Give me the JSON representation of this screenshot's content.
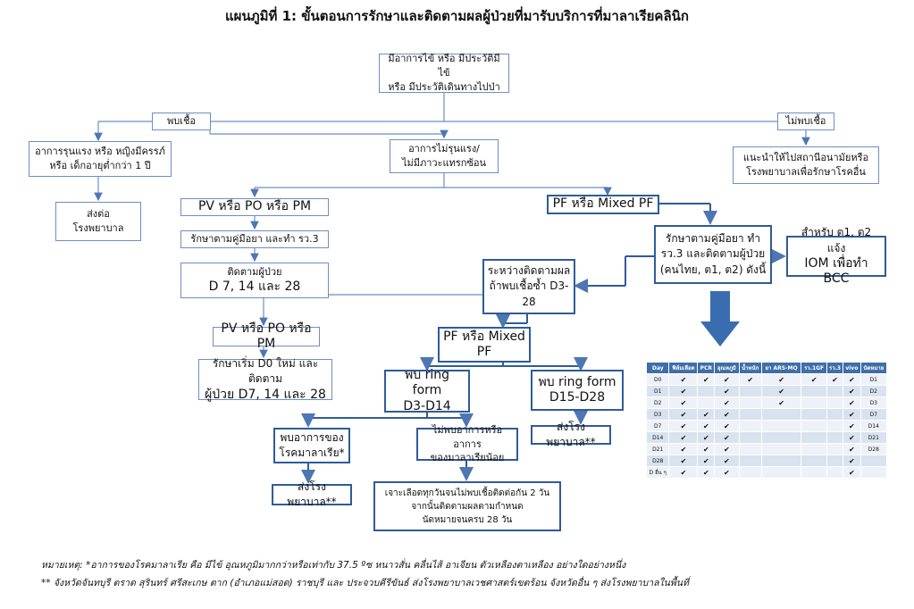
{
  "title": "แผนภูมิที่ 1: ขั้นตอนการรักษาและติดตามผลผู้ป่วยที่มารับบริการที่มาลาเรียคลินิก",
  "nodes": {
    "start": [
      "มีอาการไข้ หรือ มีประวัติมีไข้",
      "หรือ มีประวัติเดินทางไปป่า"
    ],
    "found": "พบเชื้อ",
    "notfound": "ไม่พบเชื้อ",
    "notfound_advice": [
      "แนะนำให้ไปสถานีอนามัยหรือ",
      "โรงพยาบาลเพื่อรักษาโรคอื่น"
    ],
    "severe": [
      "อาการรุนแรง หรือ หญิงมีครรภ์",
      "หรือ เด็กอายุต่ำกว่า 1 ปี"
    ],
    "refer_hospital": [
      "ส่งต่อ",
      "โรงพยาบาล"
    ],
    "not_severe": [
      "อาการไม่รุนแรง/",
      "ไม่มีภาวะแทรกซ้อน"
    ],
    "pv_po_pm": "PV หรือ PO หรือ PM",
    "pv_treat": "รักษาตามคู่มือยา และทำ รว.3",
    "pv_follow": [
      "ติดตามผู้ป่วย",
      "D 7, 14 และ 28"
    ],
    "pf_mixed": "PF หรือ Mixed PF",
    "pf_treat": [
      "รักษาตามคู่มือยา ทำ",
      "รว.3 และติดตามผู้ป่วย",
      "(คนไทย, ต1, ต2) ดังนี้"
    ],
    "iom": [
      "สำหรับ ต1, ต2 แจ้ง",
      "IOM เพื่อทำ BCC"
    ],
    "during_follow": [
      "ระหว่างติดตามผล",
      "ถ้าพบเชื้อซ้ำ D3-",
      "28"
    ],
    "pv_po_pm_2": "PV หรือ PO หรือ PM",
    "restart": [
      "รักษาเริ่ม D0 ใหม่ และติดตาม",
      "ผู้ป่วย D7, 14 และ 28"
    ],
    "pf_mixed_2": [
      "PF หรือ Mixed",
      "PF"
    ],
    "ring_early": [
      "พบ ring form",
      "D3-D14"
    ],
    "ring_late": [
      "พบ ring form",
      "D15-D28"
    ],
    "refer_late": "ส่งโรงพยาบาล**",
    "symptom": [
      "พบอาการของ",
      "โรคมาลาเรีย*"
    ],
    "refer_symptom": "ส่งโรงพยาบาล**",
    "no_symptom": [
      "ไม่พบอาการหรืออาการ",
      "ของมาลาเรียน้อย"
    ],
    "daily_blood": [
      "เจาะเลือดทุกวันจนไม่พบเชื้อติดต่อกัน 2 วัน",
      "จากนั้นติดตามผลตามกำหนด",
      "นัดหมายจนครบ 28 วัน"
    ]
  },
  "table": {
    "headers": [
      "Day",
      "ฟิล์มเลือด",
      "PCR",
      "อุณหภูมิ",
      "น้ำหนัก",
      "ยา ARS-MQ",
      "รว.1GF",
      "รว.3",
      "vivo",
      "นัดหมาย"
    ],
    "rows": [
      {
        "day": "D0",
        "checks": [
          1,
          1,
          1,
          1,
          1,
          1,
          1,
          1
        ],
        "next": "D1"
      },
      {
        "day": "D1",
        "checks": [
          1,
          0,
          1,
          0,
          1,
          0,
          0,
          1
        ],
        "next": "D2"
      },
      {
        "day": "D2",
        "checks": [
          1,
          0,
          1,
          0,
          1,
          0,
          0,
          1
        ],
        "next": "D3"
      },
      {
        "day": "D3",
        "checks": [
          1,
          1,
          1,
          0,
          0,
          0,
          0,
          1
        ],
        "next": "D7"
      },
      {
        "day": "D7",
        "checks": [
          1,
          1,
          1,
          0,
          0,
          0,
          0,
          1
        ],
        "next": "D14"
      },
      {
        "day": "D14",
        "checks": [
          1,
          1,
          1,
          0,
          0,
          0,
          0,
          1
        ],
        "next": "D21"
      },
      {
        "day": "D21",
        "checks": [
          1,
          1,
          1,
          0,
          0,
          0,
          0,
          1
        ],
        "next": "D28"
      },
      {
        "day": "D28",
        "checks": [
          1,
          1,
          1,
          0,
          0,
          0,
          0,
          1
        ],
        "next": ""
      },
      {
        "day": "D อื่น ๆ",
        "checks": [
          1,
          1,
          1,
          0,
          0,
          0,
          0,
          1
        ],
        "next": ""
      }
    ],
    "check_mark": "✔"
  },
  "notes": [
    "หมายเหตุ: *อาการของโรคมาลาเรีย คือ มีไข้ อุณหภูมิมากกว่าหรือเท่ากับ 37.5 ºซ หนาวสั่น คลื่นไส้ อาเจียน ตัวเหลืองตาเหลือง อย่างใดอย่างหนึ่ง",
    "** จังหวัดจันทบุรี ตราด สุรินทร์ ศรีสะเกษ ตาก (อำเภอแม่สอด) ราชบุรี และ ประจวบคีรีขันธ์ ส่งโรงพยาบาลเวชศาสตร์เขตร้อน จังหวัดอื่น ๆ ส่งโรงพยาบาลในพื้นที่"
  ],
  "colors": {
    "line": "#6b8fc2",
    "line_thick": "#2f5b9a",
    "arrow_fill": "#3a6db0",
    "table_header": "#3f6ea8"
  }
}
